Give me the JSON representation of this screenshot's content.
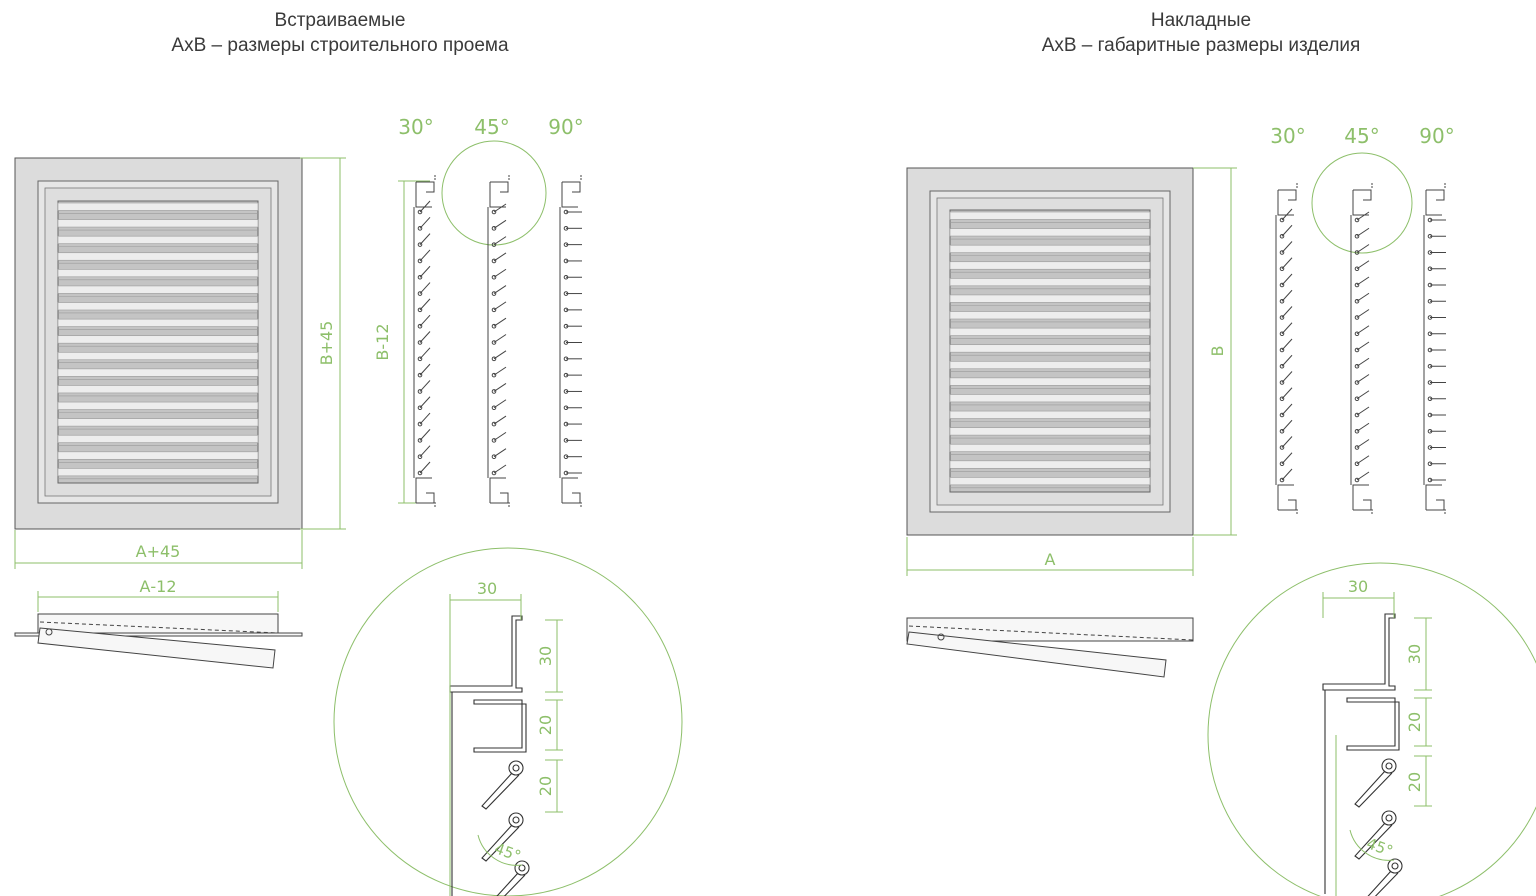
{
  "left": {
    "title": "Встраиваемые",
    "subtitle": "АхВ – размеры строительного проема",
    "angles": [
      "30°",
      "45°",
      "90°"
    ],
    "dims": {
      "width": "А+45",
      "height": "В+45",
      "inner_width": "А-12",
      "inner_height": "В-12"
    },
    "detail": {
      "top": "30",
      "d1": "30",
      "d2": "20",
      "d3": "20",
      "angle": "45°"
    }
  },
  "right": {
    "title": "Накладные",
    "subtitle": "АхВ – габаритные размеры изделия",
    "angles": [
      "30°",
      "45°",
      "90°"
    ],
    "dims": {
      "width": "А",
      "height": "В"
    },
    "detail": {
      "top": "30",
      "d1": "30",
      "d2": "20",
      "d3": "20",
      "angle": "45°"
    }
  },
  "colors": {
    "dimension": "#8dbf6a",
    "line": "#333333",
    "frame": "#d9d9d9",
    "slat": "#bdbdbd"
  }
}
